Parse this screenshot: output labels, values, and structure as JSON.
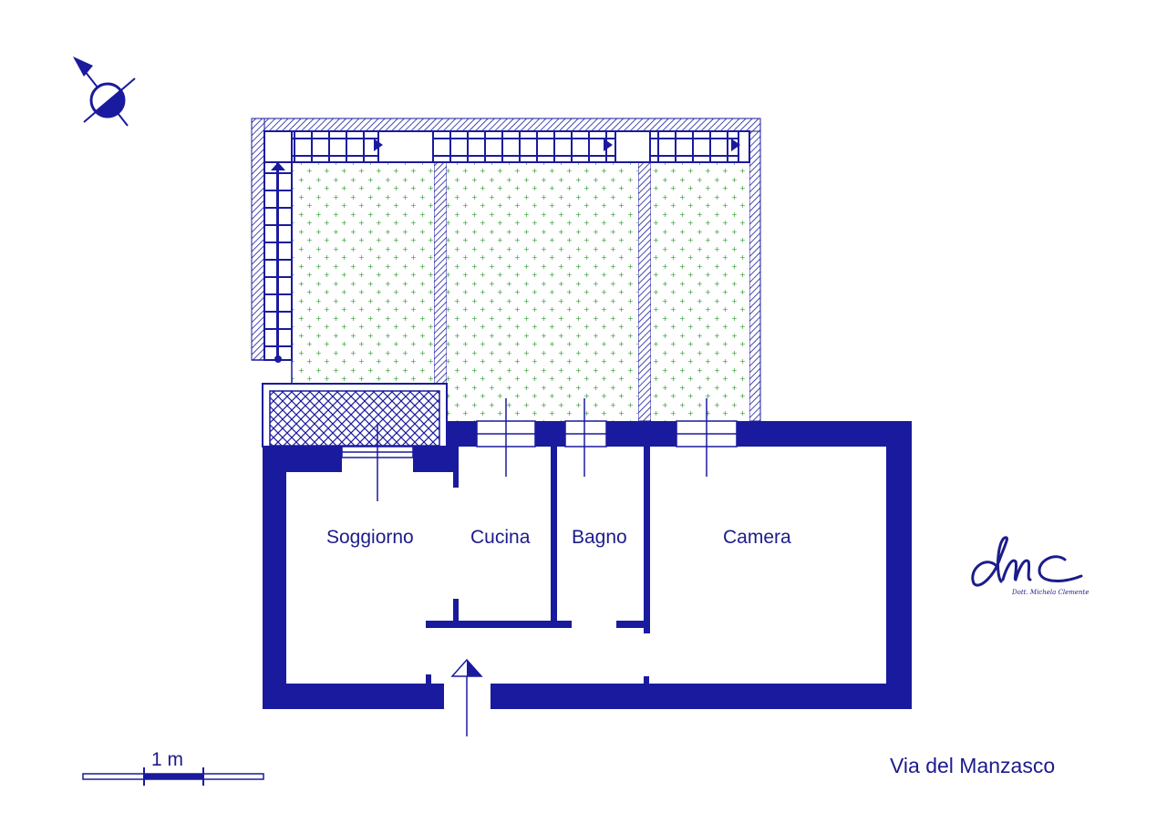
{
  "rooms": {
    "soggiorno": "Soggiorno",
    "cucina": "Cucina",
    "bagno": "Bagno",
    "camera": "Camera"
  },
  "street": "Via del Manzasco",
  "scale": {
    "label": "1 m"
  },
  "logo": {
    "mark": "dmc",
    "subtitle": "Dott. Michela Clemente"
  },
  "colors": {
    "wall": "#1a1a9e",
    "green_dots": "#3aa03a"
  }
}
